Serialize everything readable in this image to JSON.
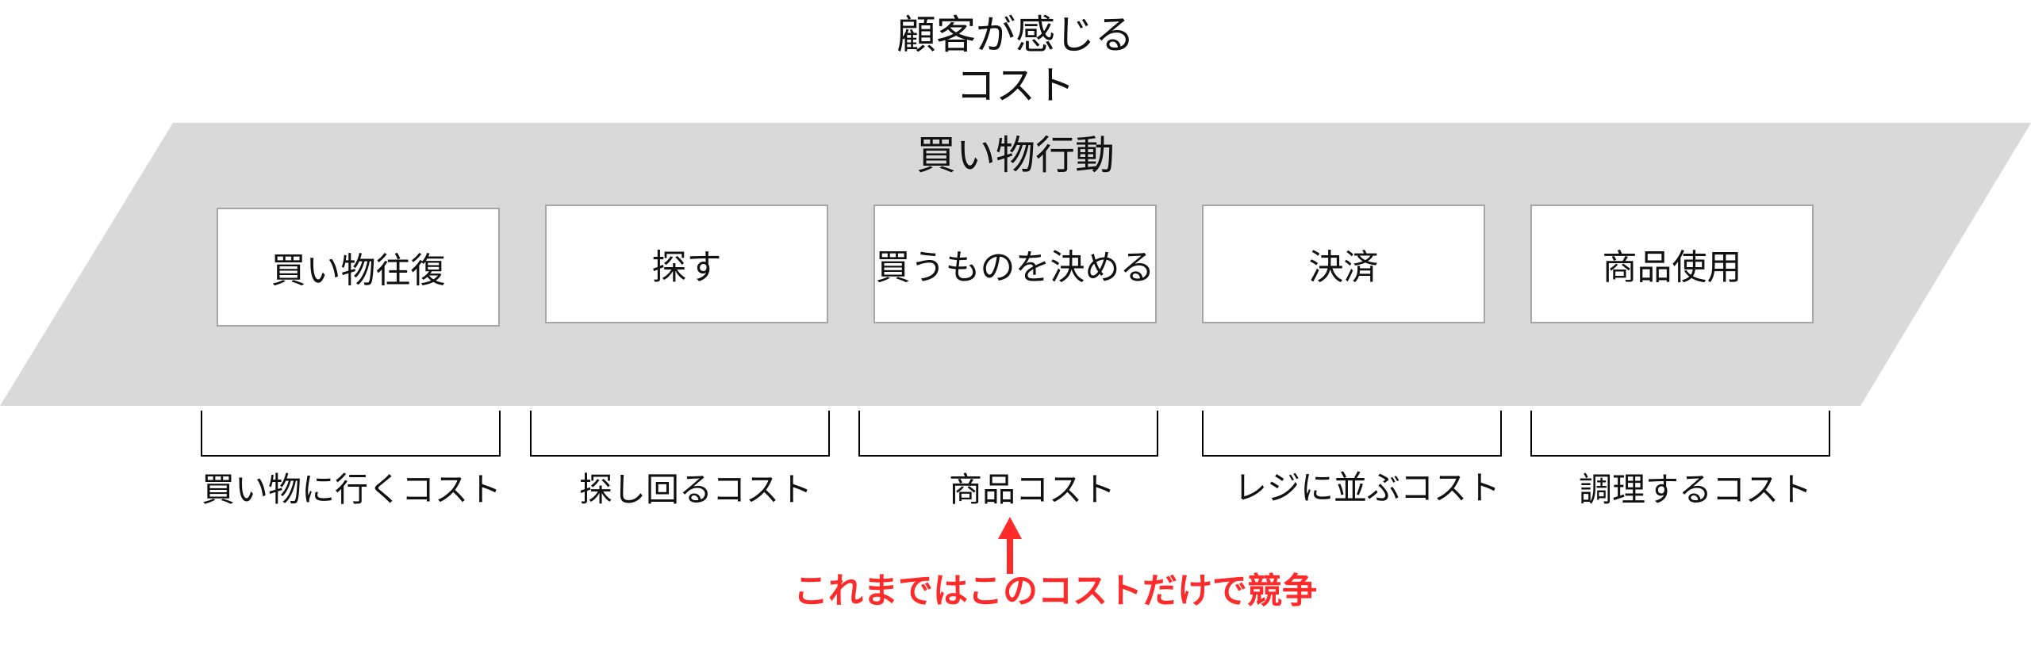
{
  "title_line1": "顧客が感じる",
  "title_line2": "コスト",
  "band_title": "買い物行動",
  "steps": [
    {
      "label": "買い物往復"
    },
    {
      "label": "探す"
    },
    {
      "label": "買うものを決める"
    },
    {
      "label": "決済"
    },
    {
      "label": "商品使用"
    }
  ],
  "costs": [
    {
      "label": "買い物に行くコスト"
    },
    {
      "label": "探し回るコスト"
    },
    {
      "label": "商品コスト"
    },
    {
      "label": "レジに並ぶコスト"
    },
    {
      "label": "調理するコスト"
    }
  ],
  "annotation": "これまではこのコストだけで競争",
  "colors": {
    "band": "#d9d9d9",
    "accent": "#ff2b2b",
    "box_border": "#a6a6a6",
    "text": "#111111"
  }
}
